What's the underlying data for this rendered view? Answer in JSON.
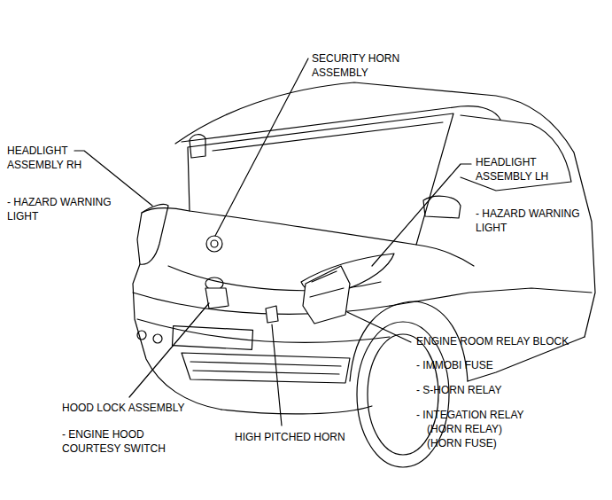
{
  "diagram": {
    "labels": [
      "SECURITY HORN ASSEMBLY",
      "HEADLIGHT ASSEMBLY RH",
      "- HAZARD WARNING LIGHT",
      "HEADLIGHT ASSEMBLY LH",
      "- HAZARD WARNING LIGHT",
      "ENGINE ROOM RELAY BLOCK",
      "- IMMOBI FUSE",
      "- S-HORN RELAY",
      "- INTEGATION RELAY",
      "(HORN RELAY)",
      "(HORN FUSE)",
      "HOOD LOCK ASSEMBLY",
      "- ENGINE HOOD COURTESY SWITCH",
      "HIGH PITCHED HORN"
    ]
  }
}
